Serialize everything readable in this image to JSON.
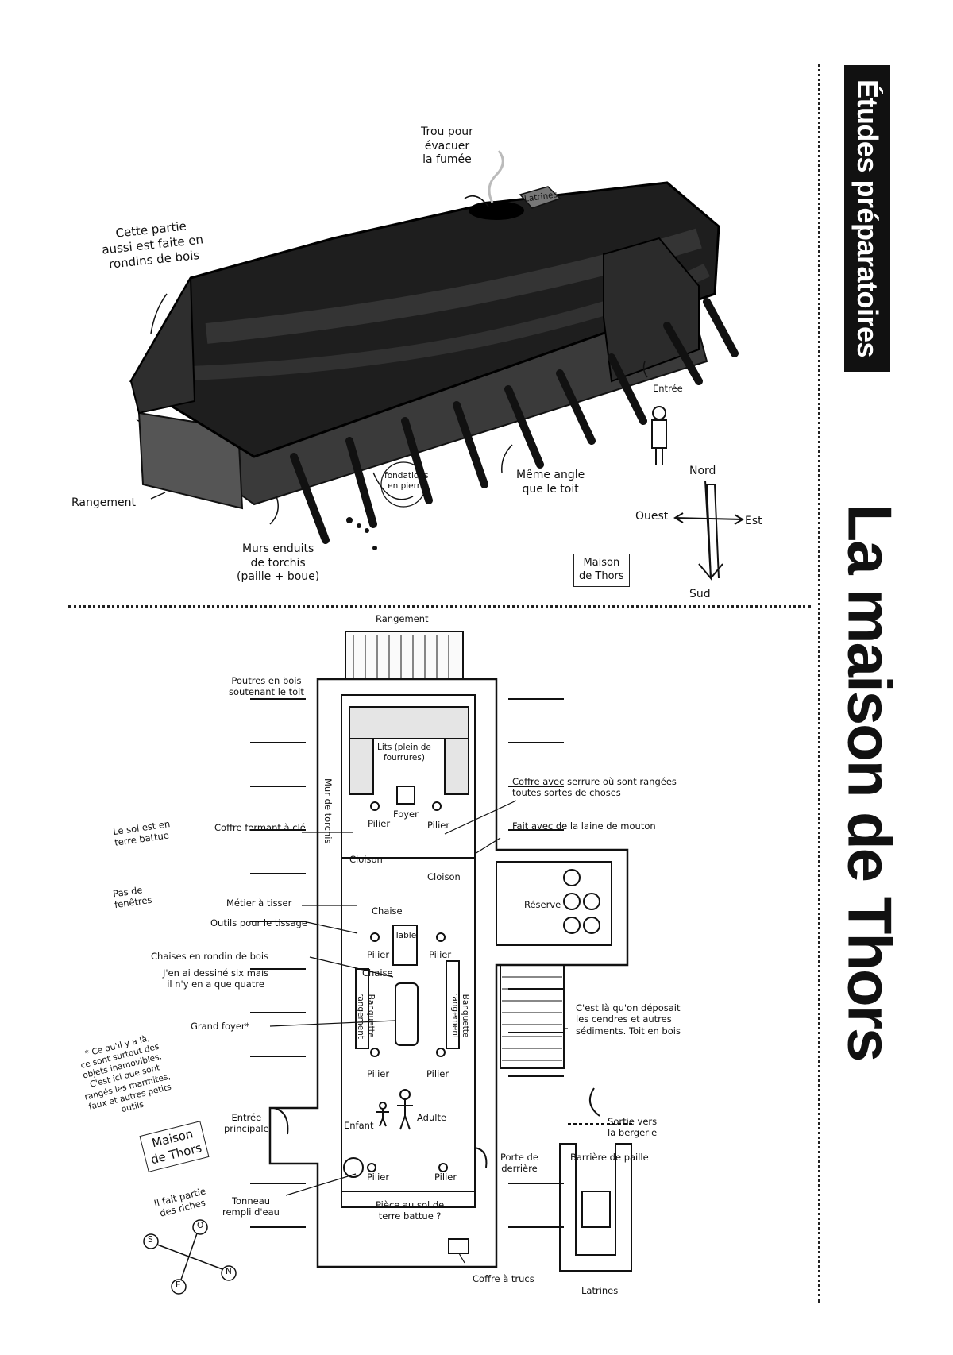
{
  "header": {
    "section_tag": "Études préparatoires",
    "page_title": "La maison de Thors"
  },
  "exterior_view": {
    "labels": {
      "smoke_hole": "Trou pour\névacuer\nla fumée",
      "latrines": "Latrines",
      "logs_part": "Cette partie\naussi est faite en\nrondins de bois",
      "entrance": "Entrée",
      "stone_foundations": "fondations\nen pierre",
      "same_angle": "Même angle\nque le toit",
      "storage": "Rangement",
      "walls": "Murs enduits\nde torchis\n(paille + boue)",
      "house_tag": "Maison\nde Thors"
    },
    "compass": {
      "north": "Nord",
      "south": "Sud",
      "east": "Est",
      "west": "Ouest"
    }
  },
  "floor_plan": {
    "labels": {
      "top_storage": "Rangement",
      "beams": "Poutres en bois\nsoutenant le toit",
      "cob_wall": "Mur de torchis",
      "beds": "Lits (plein de\nfourrures)",
      "hearth": "Foyer",
      "pillar": "Pilier",
      "chest_lock": "Coffre avec serrure où sont rangées\ntoutes sortes de choses",
      "key_chest": "Coffre fermant à clé",
      "wool": "Fait avec de la laine de mouton",
      "partition": "Cloison",
      "reserve": "Réserve",
      "loom": "Métier à tisser",
      "chair": "Chaise",
      "weaving_tools": "Outils pour le tissage",
      "table": "Table",
      "log_chairs": "Chaises en rondin de bois",
      "six_chairs": "J'en ai dessiné six mais\nil n'y en a que quatre",
      "bench_storage": "Banquette\nrangement",
      "big_hearth": "Grand foyer*",
      "ashes": "C'est là qu'on déposait\nles cendres et autres\nsédiments. Toit en bois",
      "child": "Enfant",
      "adult": "Adulte",
      "main_entrance": "Entrée\nprincipale",
      "exit_barn": "Sortie vers\nla bergerie",
      "straw_barrier": "Barrière de paille",
      "back_door": "Porte de\nderrière",
      "barrel": "Tonneau\nrempli d'eau",
      "earth_room": "Pièce au sol de\nterre battue ?",
      "junk_chest": "Coffre à trucs",
      "latrines": "Latrines"
    },
    "side_notes": {
      "earth_floor": "Le sol est en\nterre battue",
      "no_windows": "Pas de\nfenêtres",
      "footnote": "* Ce qu'il y a là,\nce sont surtout des\nobjets inamovibles.\nC'est ici que sont\nrangés les marmites,\nfaux et autres petits\noutils",
      "house_tag": "Maison\nde Thors",
      "rich_note": "Il fait partie\ndes riches"
    },
    "mini_compass": {
      "s": "S",
      "o": "O",
      "e": "E",
      "n": "N"
    }
  }
}
